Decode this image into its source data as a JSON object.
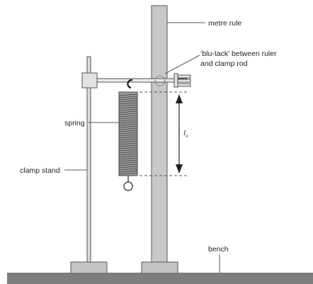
{
  "labels": {
    "metre_rule": "metre rule",
    "blu_tack_line1": "‘blu-tack’ between ruler",
    "blu_tack_line2": "and clamp rod",
    "spring": "spring",
    "clamp_stand": "clamp stand",
    "bench": "bench",
    "length_symbol": "l",
    "length_subscript": "o"
  },
  "colors": {
    "stroke": "#555555",
    "bench": "#7d7d7d",
    "rule_fill": "#c8c8c8",
    "rod_fill": "#dcdcdc",
    "base_fill": "#c4c4c4",
    "clamp_fill": "#e2e2e2",
    "spring_fill": "#9a9a9a"
  }
}
